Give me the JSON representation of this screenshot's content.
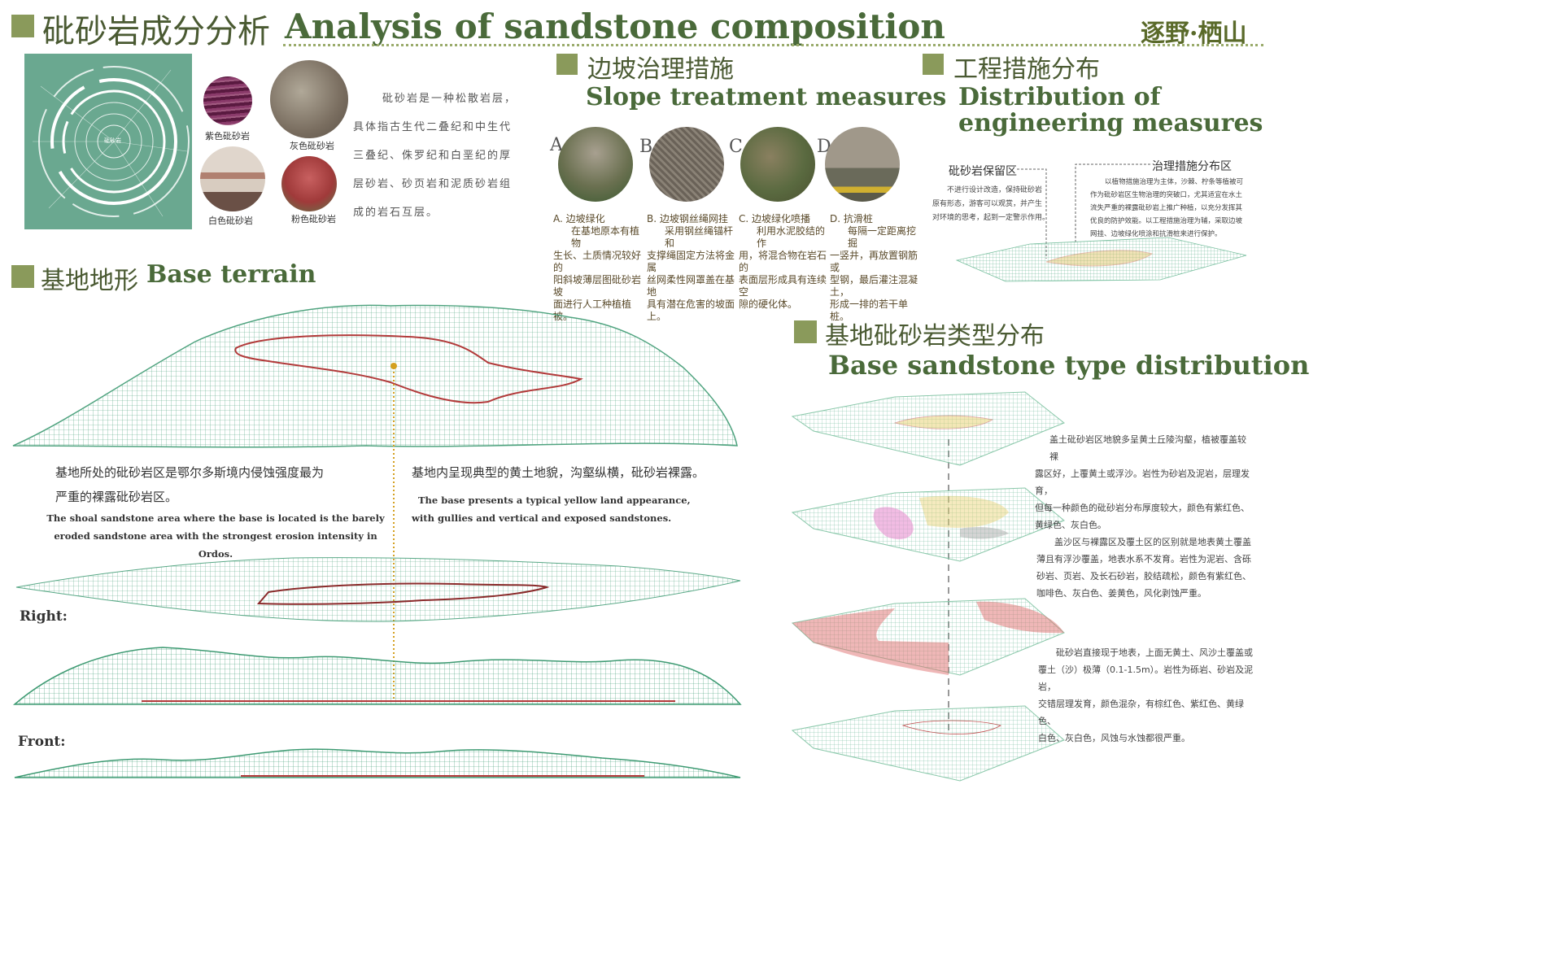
{
  "header": {
    "title_cn": "砒砂岩成分分析",
    "title_en": "Analysis of sandstone composition",
    "brand": "逐野·栖山"
  },
  "composition": {
    "center_label": "砒砂岩",
    "rocks": [
      {
        "label": "紫色砒砂岩",
        "color": "#7a2a55"
      },
      {
        "label": "灰色砒砂岩",
        "color": "#8a7a6a"
      },
      {
        "label": "白色砒砂岩",
        "color": "#c9b8a8"
      },
      {
        "label": "粉色砒砂岩",
        "color": "#b04a4a"
      }
    ],
    "description": [
      "砒砂岩是一种松散岩层，",
      "具体指古生代二叠纪和中生代",
      "三叠纪、侏罗纪和白垩纪的厚",
      "层砂岩、砂页岩和泥质砂岩组",
      "成的岩石互层。"
    ]
  },
  "slope": {
    "title_cn": "边坡治理措施",
    "title_en": "Slope treatment measures",
    "items": [
      {
        "letter": "A",
        "title": "A. 边坡绿化",
        "text": [
          "在基地原本有植物",
          "生长、土质情况较好的",
          "阳斜坡薄层图砒砂岩坡",
          "面进行人工种植植被。"
        ]
      },
      {
        "letter": "B",
        "title": "B. 边坡钢丝绳网挂",
        "text": [
          "采用钢丝绳锚杆和",
          "支撑绳固定方法将金属",
          "丝网柔性网罩盖在基地",
          "具有潜在危害的坡面上。"
        ]
      },
      {
        "letter": "C",
        "title": "C. 边坡绿化喷播",
        "text": [
          "利用水泥胶结的作",
          "用，将混合物在岩石的",
          "表面层形成具有连续空",
          "隙的硬化体。"
        ]
      },
      {
        "letter": "D",
        "title": "D. 抗滑桩",
        "text": [
          "每隔一定距离挖掘",
          "一竖井，再放置钢筋或",
          "型钢，最后灌注混凝土，",
          "形成一排的若干单桩。"
        ]
      }
    ]
  },
  "engineering": {
    "title_cn": "工程措施分布",
    "title_en_1": "Distribution of",
    "title_en_2": "engineering measures",
    "label_left": "砒砂岩保留区",
    "label_right": "治理措施分布区",
    "text_left": [
      "不进行设计改造，保持砒砂岩",
      "原有形态，游客可以观赏，并产生",
      "对环境的思考，起到一定警示作用。"
    ],
    "text_right": [
      "以植物措施治理为主体，沙棘、柠条等植被可",
      "作为砒砂岩区生物治理的突破口，尤其适宜在水土",
      "流失严重的裸露砒砂岩上推广种植，以充分发挥其",
      "优良的防护效能。以工程措施治理为辅，采取边坡",
      "网挂、边坡绿化喷涂和抗滑桩来进行保护。"
    ]
  },
  "terrain": {
    "title_cn": "基地地形",
    "title_en": "Base terrain",
    "text_cn_left": [
      "基地所处的砒砂岩区是鄂尔多斯境内侵蚀强度最为",
      "严重的裸露砒砂岩区。"
    ],
    "text_en_left": [
      "The shoal sandstone area where the base is located is the barely",
      "eroded sandstone area with the strongest erosion intensity in Ordos."
    ],
    "text_cn_right": "基地内呈现典型的黄土地貌，沟壑纵横，砒砂岩裸露。",
    "text_en_right": [
      "The base presents a typical yellow land appearance,",
      "with gullies and vertical and exposed sandstones."
    ],
    "right_label": "Right:",
    "front_label": "Front:"
  },
  "distribution": {
    "title_cn": "基地砒砂岩类型分布",
    "title_en": "Base sandstone type distribution",
    "text_1": [
      "盖土砒砂岩区地貌多呈黄土丘陵沟壑，植被覆盖较裸",
      "露区好，上覆黄土或浮沙。岩性为砂岩及泥岩，层理发育，",
      "但每一种颜色的砒砂岩分布厚度较大，颜色有紫红色、",
      "黄绿色、灰白色。"
    ],
    "text_2": [
      "盖沙区与裸露区及覆土区的区别就是地表黄土覆盖",
      "薄且有浮沙覆盖，地表水系不发育。岩性为泥岩、含砾",
      "砂岩、页岩、及长石砂岩，胶结疏松，颜色有紫红色、",
      "咖啡色、灰白色、姜黄色，风化剥蚀严重。"
    ],
    "text_3": [
      "砒砂岩直接现于地表，上面无黄土、风沙土覆盖或",
      "覆土（沙）极薄（0.1-1.5m）。岩性为砾岩、砂岩及泥岩，",
      "交错层理发育，颜色混杂，有棕红色、紫红色、黄绿色、",
      "白色、灰白色，风蚀与水蚀都很严重。"
    ]
  },
  "colors": {
    "accent": "#8a9a5b",
    "mesh": "#3d9a72",
    "boundary": "#b23a3a",
    "guide": "#d4a020",
    "panel": "#6aa890"
  }
}
